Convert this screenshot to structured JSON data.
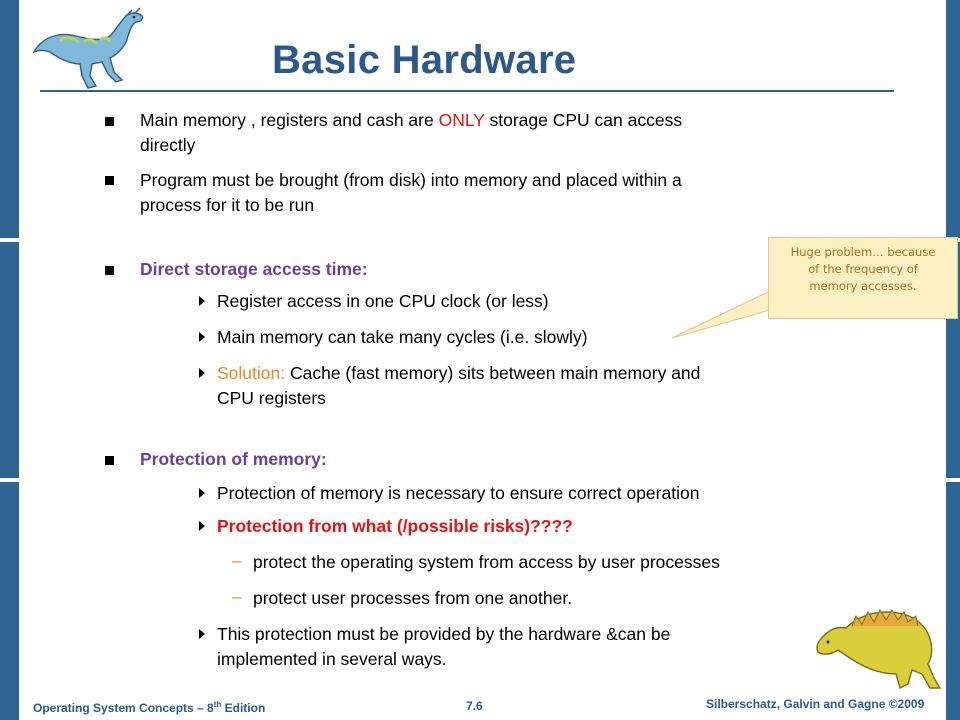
{
  "title": "Basic Hardware",
  "bullets": [
    {
      "line1": {
        "before": "Main memory , registers and cash are ",
        "highlight": "ONLY",
        "after": " storage CPU can access"
      },
      "line2": "directly"
    },
    {
      "line1": "Program must be brought (from disk)  into memory and placed within a",
      "line2": "process for it to be run"
    }
  ],
  "direct_access": {
    "heading": "Direct storage access time:",
    "items": [
      "Register access in one CPU clock (or less)",
      "Main memory can take many cycles (i.e. slowly)",
      {
        "label": "Solution:",
        "line1": " Cache  (fast memory) sits between main memory and",
        "line2": "CPU registers"
      }
    ]
  },
  "protection": {
    "heading": "Protection of memory:",
    "items": [
      "Protection of memory is necessary to ensure correct operation",
      "Protection from what   (/possible risks)????"
    ],
    "risks": [
      "protect the operating system from access by user processes",
      "protect user processes from one another."
    ],
    "final": {
      "line1": "This protection must be provided by the hardware &can be",
      "line2": "implemented in several ways."
    },
    "dash_symbol": "–"
  },
  "callout": {
    "line1": "Huge problem… because",
    "line2": "of the frequency of",
    "line3": "memory accesses."
  },
  "footer": {
    "left_prefix": "Operating System Concepts – 8",
    "left_sup": "th",
    "left_suffix": " Edition",
    "center": "7.6",
    "right": "Silberschatz, Galvin and Gagne ©2009"
  },
  "colors": {
    "accent_blue": "#2f6595",
    "title_blue": "#2b5a8a",
    "purple": "#6a3fa0",
    "red": "#e11414",
    "orange": "#e8862a",
    "callout_bg": "#fdf1c4"
  },
  "icons": [
    "dinosaur-logo-icon",
    "dinosaur-footer-icon",
    "square-bullet-icon",
    "arrow-bullet-icon"
  ]
}
